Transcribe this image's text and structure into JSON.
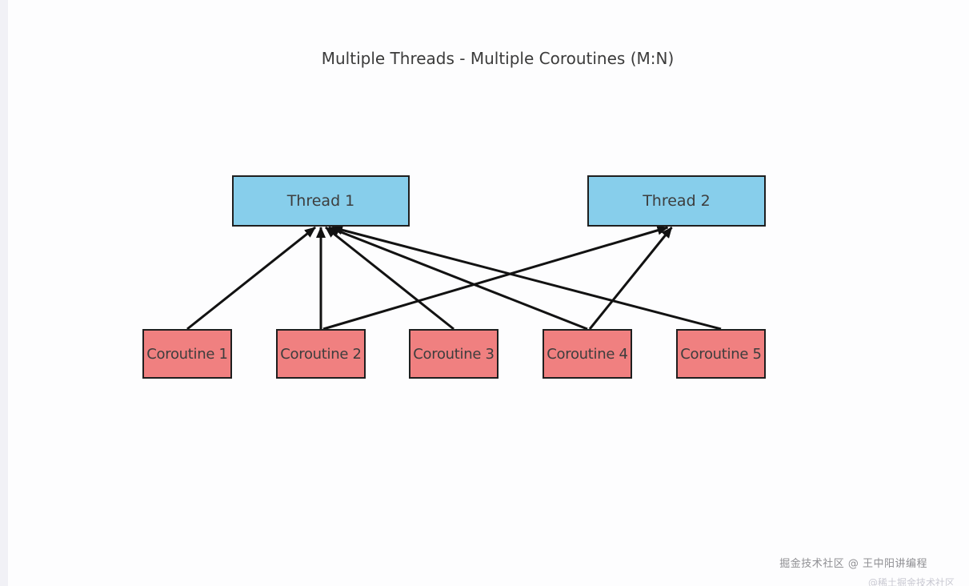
{
  "diagram": {
    "title": "Multiple Threads - Multiple Coroutines (M:N)",
    "threads": [
      {
        "id": "thread1",
        "label": "Thread 1"
      },
      {
        "id": "thread2",
        "label": "Thread 2"
      }
    ],
    "coroutines": [
      {
        "id": "c1",
        "label": "Coroutine 1"
      },
      {
        "id": "c2",
        "label": "Coroutine 2"
      },
      {
        "id": "c3",
        "label": "Coroutine 3"
      },
      {
        "id": "c4",
        "label": "Coroutine 4"
      },
      {
        "id": "c5",
        "label": "Coroutine 5"
      }
    ],
    "edges": [
      {
        "from": "c1",
        "to": "thread1"
      },
      {
        "from": "c2",
        "to": "thread1"
      },
      {
        "from": "c3",
        "to": "thread1"
      },
      {
        "from": "c4",
        "to": "thread1"
      },
      {
        "from": "c5",
        "to": "thread1"
      },
      {
        "from": "c2",
        "to": "thread2"
      },
      {
        "from": "c4",
        "to": "thread2"
      }
    ],
    "edge_direction": "coroutine-to-thread",
    "arrowheads_at": "thread-bottom-edges"
  },
  "colors": {
    "thread_fill": "#87CEEB",
    "coroutine_fill": "#F08080",
    "node_border": "#1f1f1f",
    "arrow": "#121212",
    "title_text": "#3b3b3b",
    "node_text": "#3d3d3d",
    "background": "#fdfdfe",
    "left_gutter": "#f1f1f6",
    "watermark_text": "#8f8f93",
    "watermark_faint_text": "#c9c9d2"
  },
  "watermarks": [
    {
      "text": "掘金技术社区 @ 王中阳讲编程"
    },
    {
      "text": "@稀土掘金技术社区"
    }
  ]
}
